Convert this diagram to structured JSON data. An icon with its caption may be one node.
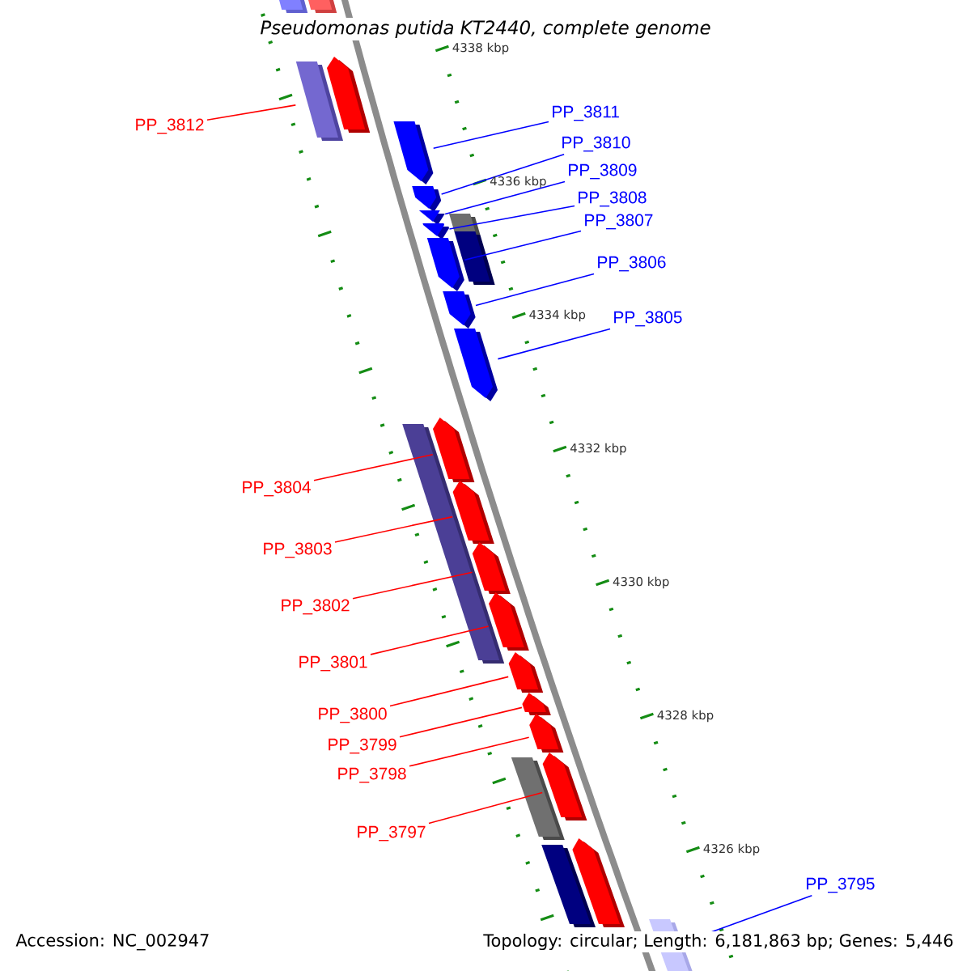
{
  "diagram": {
    "title": "Pseudomonas putida KT2440, complete genome",
    "nodes": [
      {
        "text": [
          "PP_3812"
        ]
      },
      {
        "text": [],
        "shape": "bar"
      },
      {
        "text": [
          "PP_3811"
        ]
      },
      {
        "text": [],
        "shape": "arrow"
      },
      {
        "text": [
          "PP_3810"
        ]
      },
      {
        "text": [],
        "shape": "arrow"
      },
      {
        "text": [
          "PP_3809"
        ]
      },
      {
        "text": [],
        "shape": "arrow"
      },
      {
        "text": [
          "PP_3808"
        ]
      },
      {
        "text": [],
        "shape": "arrow"
      },
      {
        "text": [
          "PP_3807"
        ]
      },
      {
        "text": [],
        "shape": "arrow"
      },
      {
        "text": [
          "PP_3806"
        ]
      },
      {
        "text": [],
        "shape": "arrow"
      },
      {
        "text": [
          "PP_3805"
        ]
      },
      {
        "text": [],
        "shape": "arrow"
      },
      {
        "text": [
          "PP_3804"
        ]
      },
      {
        "text": [],
        "shape": "arrow"
      },
      {
        "text": [
          "PP_3803"
        ]
      },
      {
        "text": [],
        "shape": "arrow"
      },
      {
        "text": [
          "PP_3802"
        ]
      },
      {
        "text": [],
        "shape": "arrow"
      },
      {
        "text": [
          "PP_3801"
        ]
      },
      {
        "text": [],
        "shape": "arrow"
      },
      {
        "text": [
          "PP_3800"
        ]
      },
      {
        "text": [],
        "shape": "arrow"
      },
      {
        "text": [
          "PP_3799"
        ]
      },
      {
        "text": [],
        "shape": "arrow"
      },
      {
        "text": [
          "PP_3798"
        ]
      },
      {
        "text": [],
        "shape": "arrow"
      },
      {
        "text": [
          "PP_3797"
        ]
      },
      {
        "text": [],
        "shape": "arrow"
      },
      {
        "text": [
          "PP_3795"
        ]
      },
      {
        "text": [],
        "shape": "bar"
      },
      {
        "text": [],
        "shape": "bar"
      },
      {
        "text": [],
        "shape": "bar"
      },
      {
        "text": [],
        "shape": "arrow"
      },
      {
        "text": [],
        "shape": "bar"
      },
      {
        "text": [],
        "shape": "bar"
      },
      {
        "text": [],
        "shape": "bar"
      },
      {
        "text": [],
        "shape": "bar"
      },
      {
        "text": [],
        "shape": "arrow"
      },
      {
        "text": [],
        "shape": "bar"
      }
    ],
    "edges": [
      {
        "from": 0,
        "to": 1,
        "arrow": "none"
      },
      {
        "from": 2,
        "to": 3,
        "arrow": "none",
        "color": "#0000ff"
      },
      {
        "from": 4,
        "to": 5,
        "arrow": "none",
        "color": "#0000ff"
      },
      {
        "from": 6,
        "to": 7,
        "arrow": "none",
        "color": "#0000ff"
      },
      {
        "from": 8,
        "to": 9,
        "arrow": "none",
        "color": "#0000ff"
      },
      {
        "from": 10,
        "to": 11,
        "arrow": "none",
        "color": "#0000ff"
      },
      {
        "from": 12,
        "to": 13,
        "arrow": "none",
        "color": "#0000ff"
      },
      {
        "from": 14,
        "to": 15,
        "arrow": "none",
        "color": "#0000ff"
      },
      {
        "from": 16,
        "to": 17,
        "arrow": "none"
      },
      {
        "from": 18,
        "to": 19,
        "arrow": "none"
      },
      {
        "from": 20,
        "to": 21,
        "arrow": "none"
      },
      {
        "from": 22,
        "to": 23,
        "arrow": "none"
      },
      {
        "from": 24,
        "to": 25,
        "arrow": "none"
      },
      {
        "from": 26,
        "to": 27,
        "arrow": "none"
      },
      {
        "from": 28,
        "to": 29,
        "arrow": "none"
      },
      {
        "from": 30,
        "to": 31,
        "arrow": "none"
      },
      {
        "from": 32,
        "to": 33,
        "arrow": "none",
        "color": "#0000ff"
      }
    ],
    "labels": [
      "4338 kbp",
      "4336 kbp",
      "4334 kbp",
      "4332 kbp",
      "4330 kbp",
      "4328 kbp",
      "4326 kbp",
      "Accession: NC_002947",
      "Topology: circular; Length: 6,181,863 bp; Genes: 5,446"
    ]
  }
}
